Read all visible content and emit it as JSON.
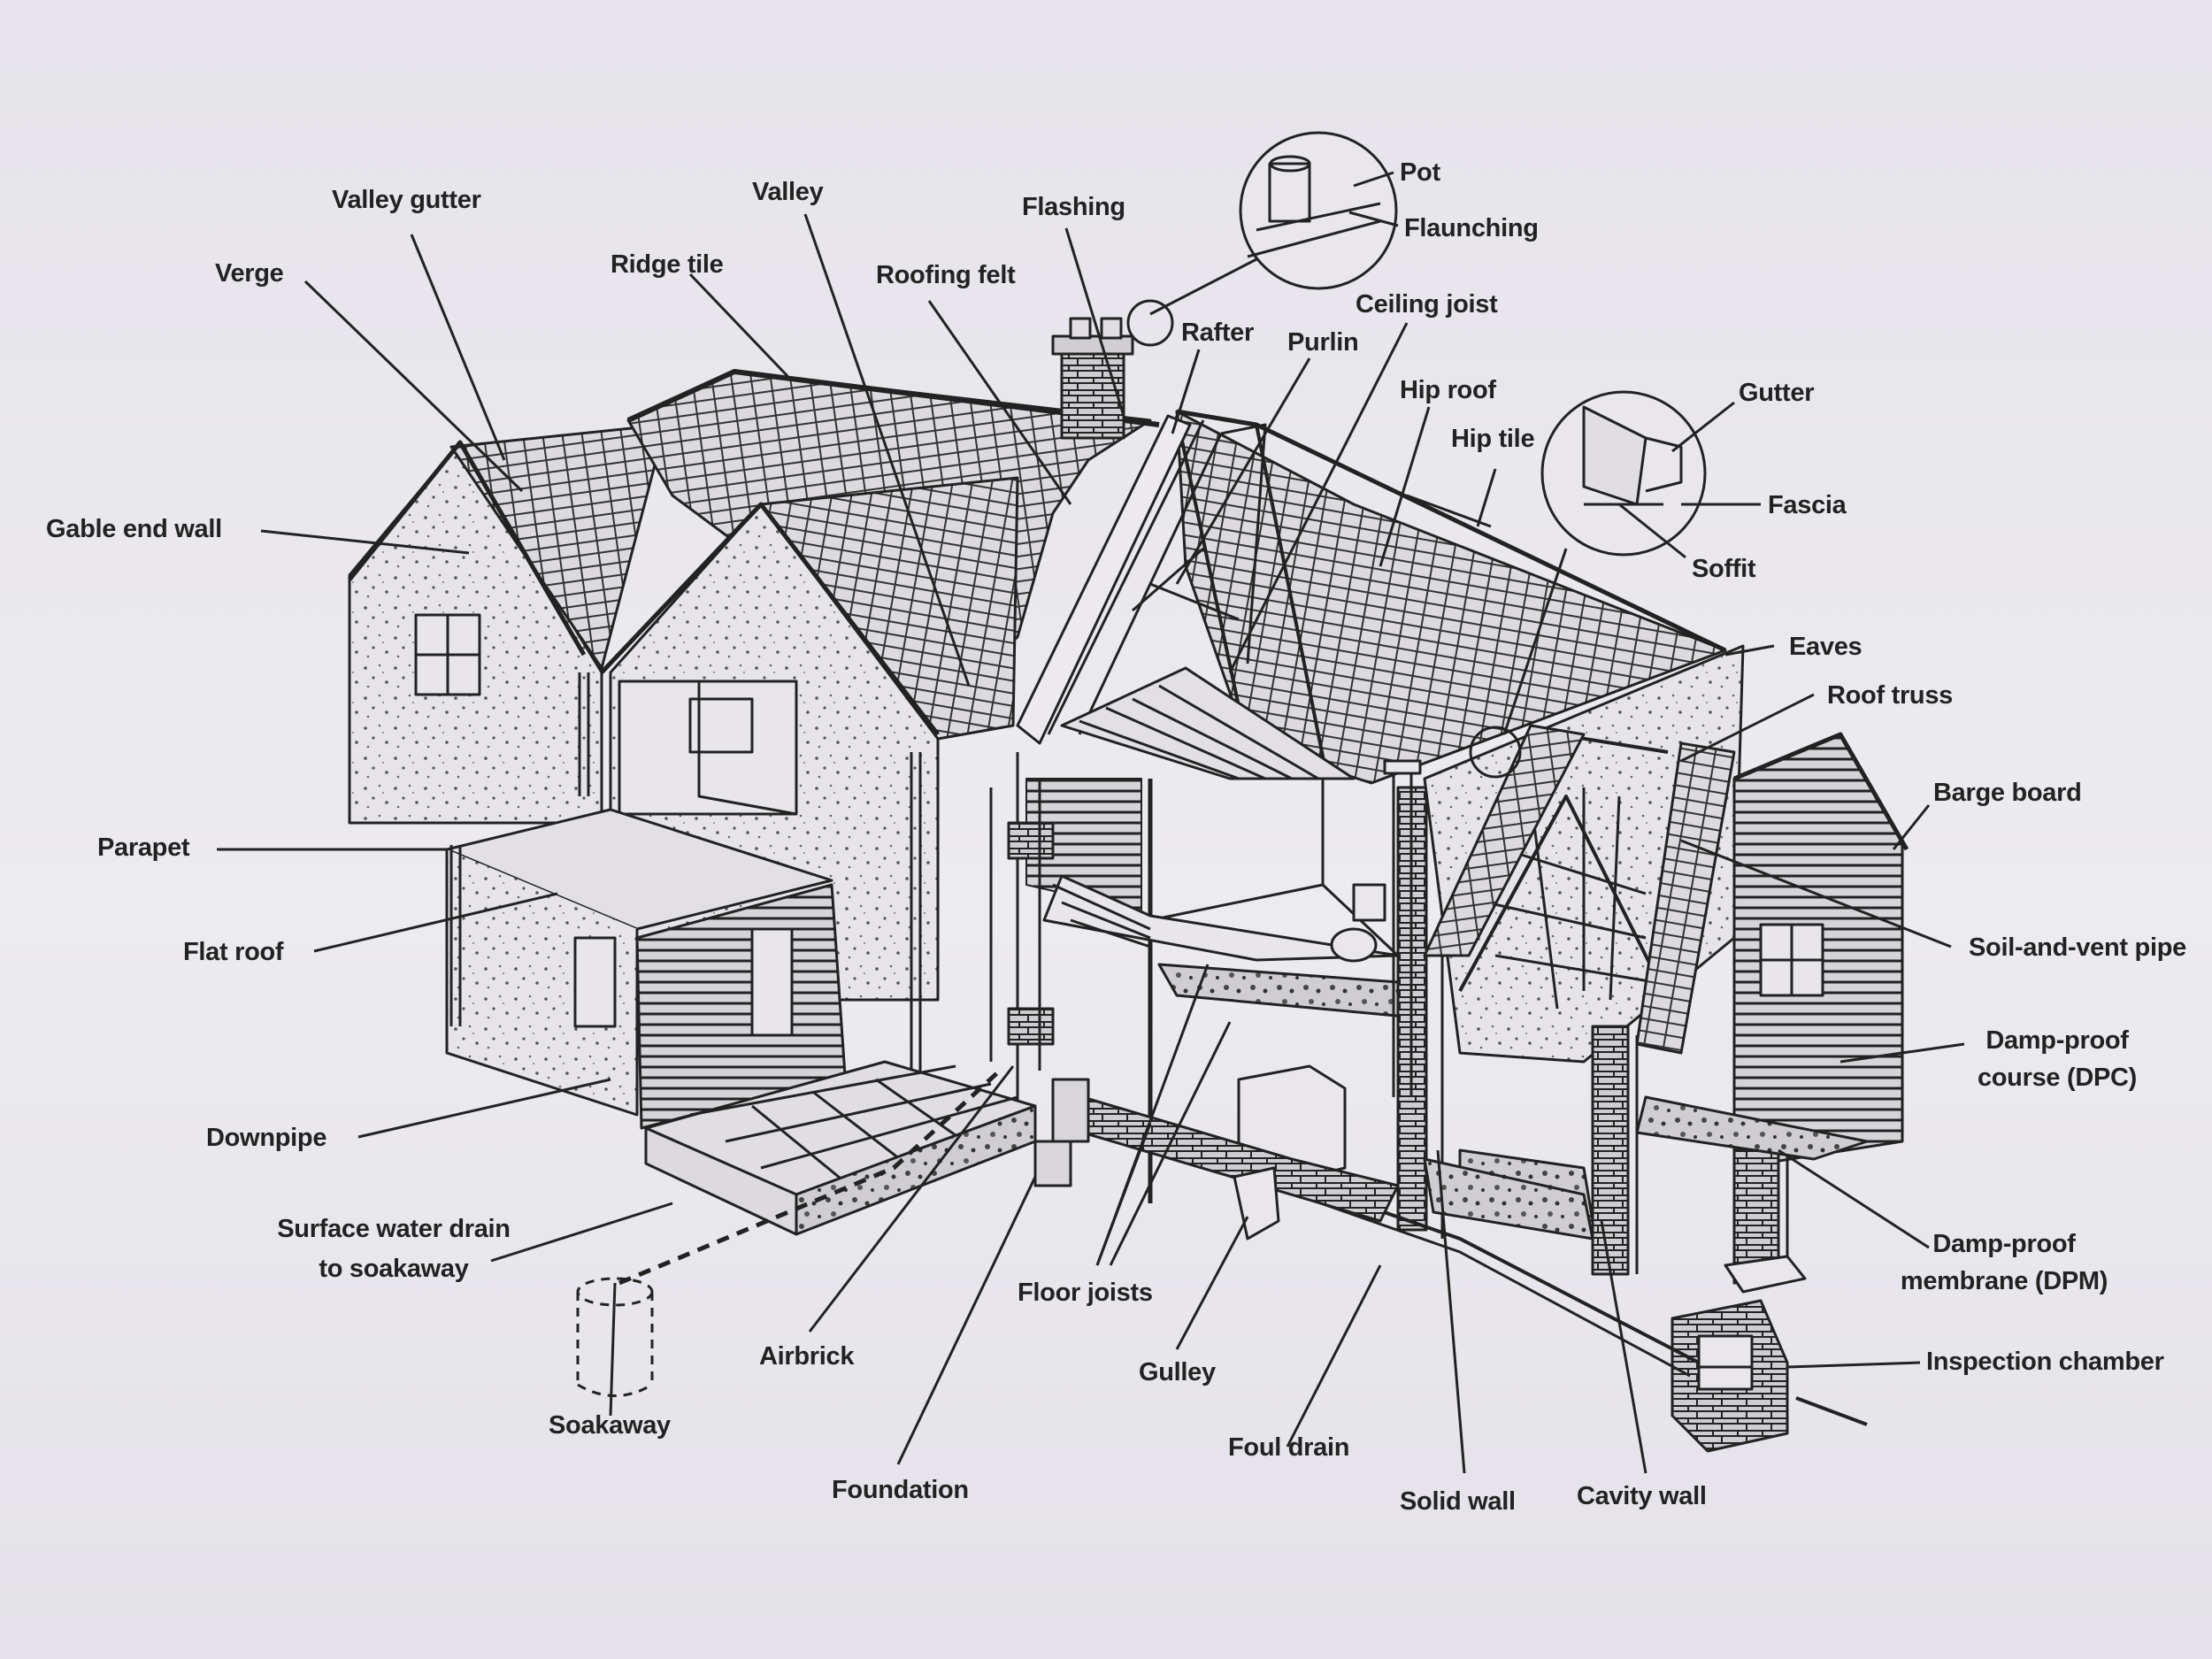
{
  "labels": {
    "valley_gutter": "Valley gutter",
    "verge": "Verge",
    "ridge_tile": "Ridge tile",
    "valley": "Valley",
    "roofing_felt": "Roofing felt",
    "flashing": "Flashing",
    "pot": "Pot",
    "flaunching": "Flaunching",
    "rafter": "Rafter",
    "purlin": "Purlin",
    "ceiling_joist": "Ceiling joist",
    "hip_roof": "Hip roof",
    "hip_tile": "Hip tile",
    "gutter": "Gutter",
    "fascia": "Fascia",
    "soffit": "Soffit",
    "eaves": "Eaves",
    "roof_truss": "Roof truss",
    "barge_board": "Barge board",
    "soil_and_vent_pipe": "Soil-and-vent pipe",
    "dpc_line1": "Damp-proof",
    "dpc_line2": "course (DPC)",
    "dpm_line1": "Damp-proof",
    "dpm_line2": "membrane (DPM)",
    "inspection_chamber": "Inspection chamber",
    "gable_end_wall": "Gable end wall",
    "parapet": "Parapet",
    "flat_roof": "Flat roof",
    "downpipe": "Downpipe",
    "surface_drain_line1": "Surface water drain",
    "surface_drain_line2": "to soakaway",
    "soakaway": "Soakaway",
    "airbrick": "Airbrick",
    "foundation": "Foundation",
    "floor_joists": "Floor joists",
    "gulley": "Gulley",
    "foul_drain": "Foul drain",
    "solid_wall": "Solid wall",
    "cavity_wall": "Cavity wall"
  },
  "colors": {
    "ink": "#222222",
    "paper": "#e9e7ec"
  }
}
